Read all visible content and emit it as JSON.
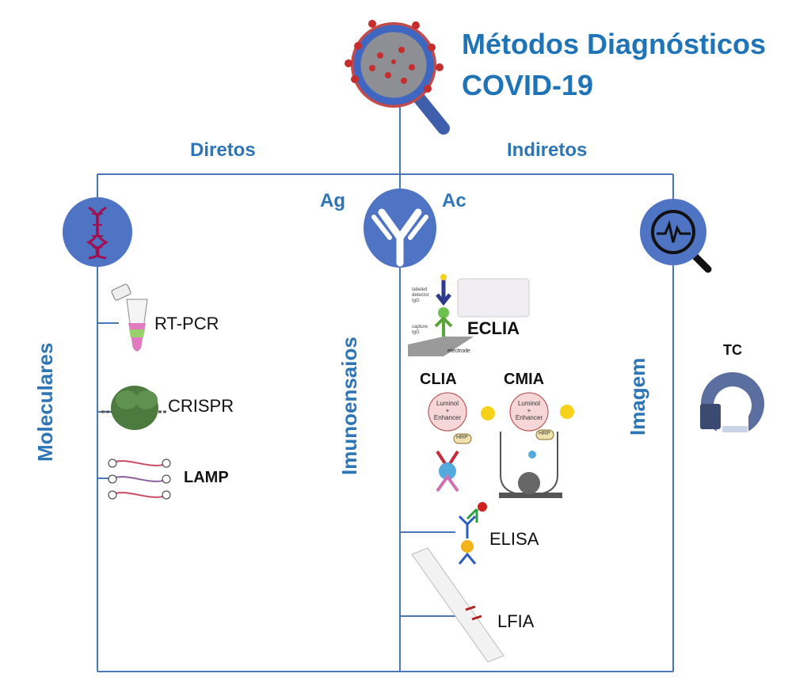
{
  "title": {
    "line1": "Métodos Diagnósticos",
    "line2": "COVID-19"
  },
  "branches": {
    "direct": "Diretos",
    "indirect": "Indiretos"
  },
  "antigen": "Ag",
  "antibody": "Ac",
  "categories": {
    "molecular": "Moleculares",
    "immuno": "Imunoensaios",
    "imaging": "Imagem"
  },
  "molecular_methods": [
    "RT-PCR",
    "CRISPR",
    "LAMP"
  ],
  "immuno_methods": {
    "eclia": "ECLIA",
    "clia": "CLIA",
    "cmia": "CMIA",
    "elisa": "ELISA",
    "lfia": "LFIA"
  },
  "reagent_labels": {
    "luminol": "Luminol",
    "plus": "+",
    "enhancer": "Enhancer",
    "hrp": "HRP",
    "labeled": "labeled",
    "detector": "detector",
    "igg": "IgG",
    "capture": "capture",
    "electrode": "electrode"
  },
  "imaging_methods": [
    "TC"
  ],
  "colors": {
    "title": "#1f73b7",
    "line": "#4a76b8",
    "circle": "#4f74c4"
  }
}
